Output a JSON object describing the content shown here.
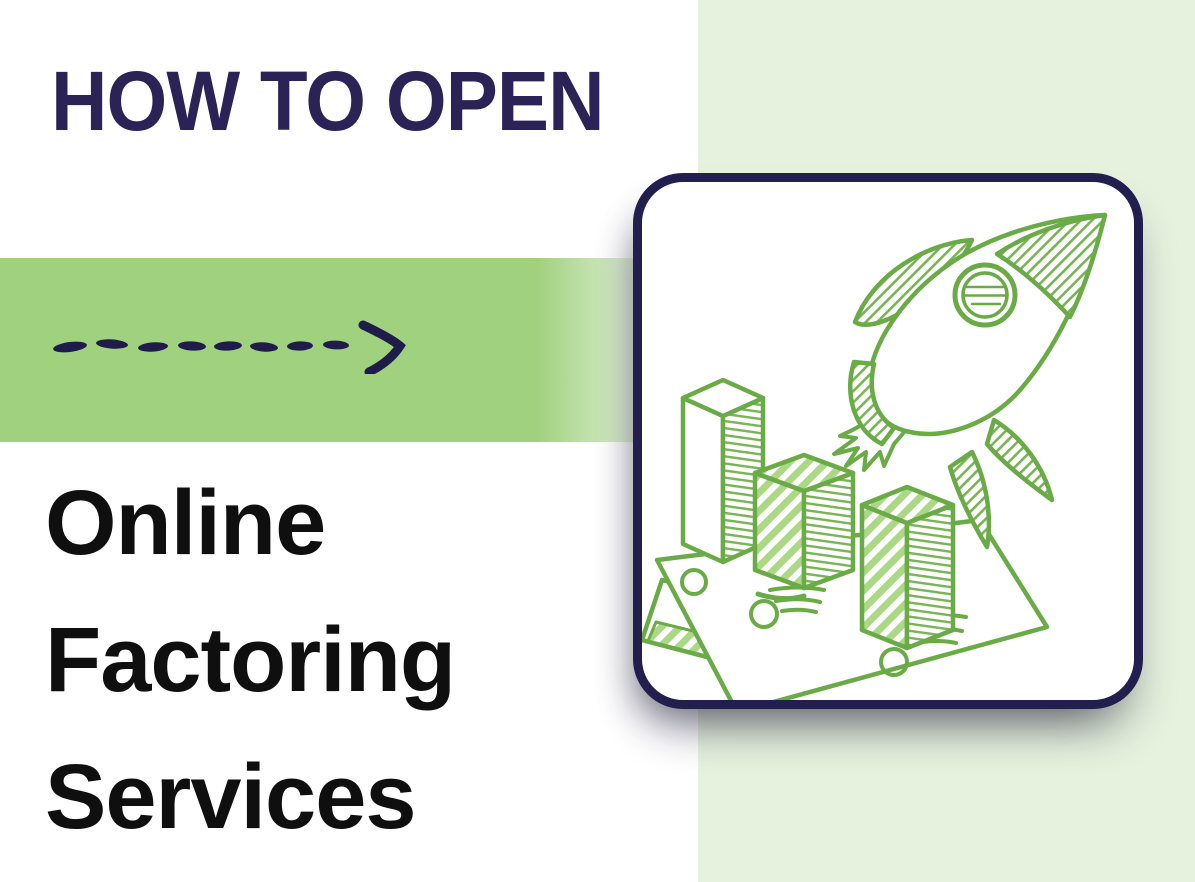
{
  "kicker": {
    "label": "HOW TO OPEN"
  },
  "headline": {
    "line1": "Online",
    "line2": "Factoring",
    "line3": "Services"
  },
  "decor": {
    "arrow_icon": "dashed-arrow-right-icon",
    "arrow_color": "#201c49"
  },
  "colors": {
    "kicker_navy": "#2b2355",
    "headline_black": "#0f0f0f",
    "band_green": "#a0d17f",
    "panel_green": "#e7f2de",
    "card_border_navy": "#221e4d",
    "card_background": "#ffffff",
    "illustration_stroke_green": "#6aab47",
    "illustration_hatch_green": "#abd885"
  },
  "illustration": {
    "name": "rocket-and-growth-bars-on-banknotes",
    "elements": [
      "rocket-icon",
      "bar-chart-icon",
      "banknotes-icon"
    ]
  }
}
